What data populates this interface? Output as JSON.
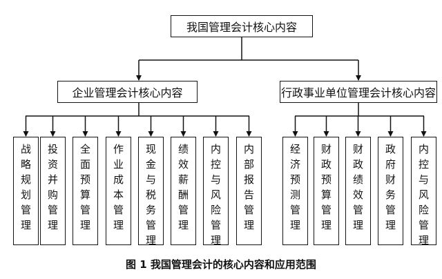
{
  "root": {
    "label": "我国管理会计核心内容"
  },
  "branches": [
    {
      "label": "企业管理会计核心内容",
      "items": [
        "战略规划管理",
        "投资并购管理",
        "全面预算管理",
        "作业成本管理",
        "现金与税务管理",
        "绩效薪酬管理",
        "内控与风险管理",
        "内部报告管理"
      ]
    },
    {
      "label": "行政事业单位管理会计核心内容",
      "items": [
        "经济预测管理",
        "财政预算管理",
        "财政绩效管理",
        "政府财务管理",
        "内控与风险管理"
      ]
    }
  ],
  "caption": "图 1   我国管理会计的核心内容和应用范围"
}
